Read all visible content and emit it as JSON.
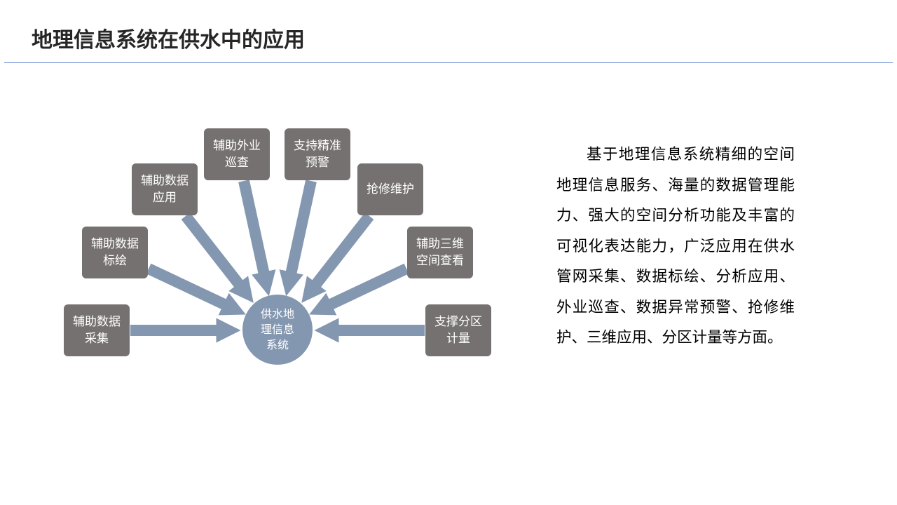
{
  "header": {
    "title": "地理信息系统在供水中的应用"
  },
  "diagram": {
    "hub": {
      "label": "供水地\n理信息\n系统"
    },
    "nodes": [
      {
        "id": "collect",
        "label": "辅助数据\n采集"
      },
      {
        "id": "mark",
        "label": "辅助数据\n标绘"
      },
      {
        "id": "apply",
        "label": "辅助数据\n应用"
      },
      {
        "id": "patrol",
        "label": "辅助外业\n巡查"
      },
      {
        "id": "warning",
        "label": "支持精准\n预警"
      },
      {
        "id": "repair",
        "label": "抢修维护"
      },
      {
        "id": "3d",
        "label": "辅助三维\n空间查看"
      },
      {
        "id": "metering",
        "label": "支撑分区\n计量"
      }
    ],
    "colors": {
      "box": "#767171",
      "hub": "#8497b0",
      "arrow": "#8497b0"
    }
  },
  "body": {
    "paragraph": "基于地理信息系统精细的空间地理信息服务、海量的数据管理能力、强大的空间分析功能及丰富的可视化表达能力，广泛应用在供水管网采集、数据标绘、分析应用、外业巡查、数据异常预警、抢修维护、三维应用、分区计量等方面。"
  }
}
